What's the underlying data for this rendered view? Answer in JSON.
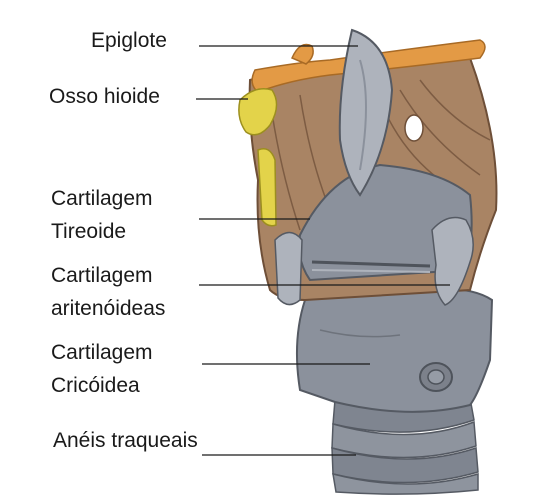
{
  "labels": {
    "epiglote": "Epiglote",
    "osso_hioide": "Osso hioide",
    "tireoide_line1": "Cartilagem",
    "tireoide_line2": "Tireoide",
    "aritenoideas_line1": "Cartilagem",
    "aritenoideas_line2": "aritenóideas",
    "cricoidea_line1": "Cartilagem",
    "cricoidea_line2": "Cricóidea",
    "aneis": "Anéis traqueais"
  },
  "colors": {
    "thyroid": "#a98464",
    "thyroid_dark": "#7d5c43",
    "cartilage_grey": "#8b919c",
    "cartilage_light": "#aeb3bc",
    "hyoid": "#e39a45",
    "yellow": "#e3d34a",
    "leader_line": "#1a1a1a"
  }
}
